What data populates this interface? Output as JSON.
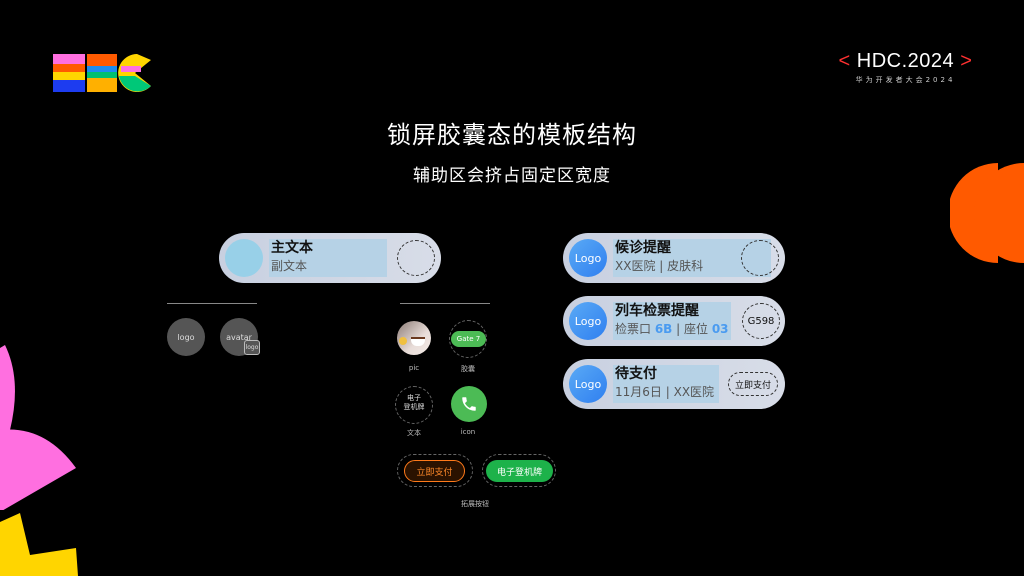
{
  "brand": {
    "logo_text": "HDC",
    "event_title": "HDC.2024",
    "event_subtitle": "华为开发者大会2024",
    "accent_color": "#ff3030"
  },
  "header": {
    "title": "锁屏胶囊态的模板结构",
    "subtitle": "辅助区会挤占固定区宽度"
  },
  "template_capsule": {
    "main_text": "主文本",
    "sub_text": "副文本"
  },
  "left_options": {
    "logo_label": "logo",
    "avatar_label": "avatar",
    "avatar_badge": "logo"
  },
  "aux_options": {
    "pic_label": "pic",
    "capsule_label": "胶囊",
    "capsule_text": "Gate 7",
    "text_label": "文本",
    "text_content_line1": "电子",
    "text_content_line2": "登机牌",
    "icon_label": "icon",
    "extended_button_label": "拓展按钮",
    "pay_button": "立即支付",
    "boarding_button": "电子登机牌"
  },
  "examples": [
    {
      "logo": "Logo",
      "main": "候诊提醒",
      "sub_parts": [
        "XX医院 ",
        "| 皮肤科"
      ],
      "aux": ""
    },
    {
      "logo": "Logo",
      "main": "列车检票提醒",
      "sub_label1": "检票口 ",
      "sub_value1": "6B",
      "sub_sep": " | ",
      "sub_label2": "座位 ",
      "sub_value2": "03",
      "aux": "G598"
    },
    {
      "logo": "Logo",
      "main": "待支付",
      "sub_parts": [
        "11月6日 ",
        "| XX医院"
      ],
      "aux": "立即支付"
    }
  ],
  "colors": {
    "capsule_bg": "#d0d6e4",
    "text_area": "#b6d2e6",
    "logo_blue": "#3f8ef2",
    "green": "#4cbb55",
    "orange": "#ff7a1a",
    "decor_orange": "#ff5a00",
    "decor_pink": "#ff6fe0",
    "decor_yellow": "#ffd500"
  }
}
